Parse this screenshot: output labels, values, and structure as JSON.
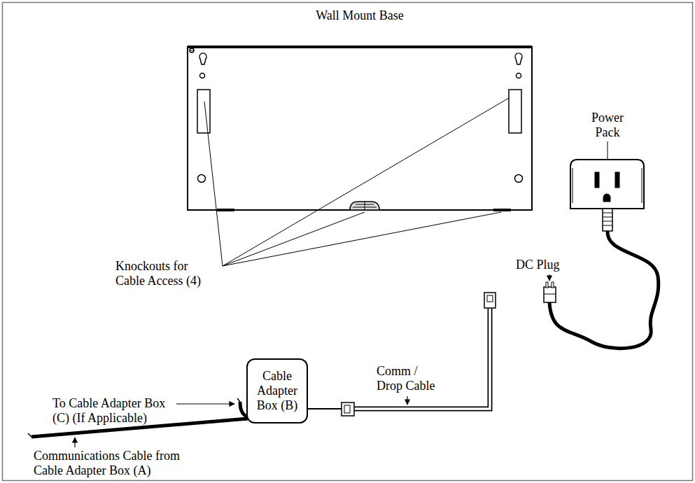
{
  "diagram": {
    "nodes": [
      {
        "text": [
          "Wall Mount Base"
        ]
      },
      {
        "text": [
          "Power Pack"
        ]
      },
      {
        "text": [
          "Cable Adapter Box (B)"
        ]
      }
    ],
    "labels": [
      "Knockouts for Cable Access (4)",
      "DC Plug",
      "Comm / Drop Cable",
      "To Cable Adapter Box (C) (If Applicable)",
      "Communications Cable from Cable Adapter Box (A)"
    ]
  }
}
